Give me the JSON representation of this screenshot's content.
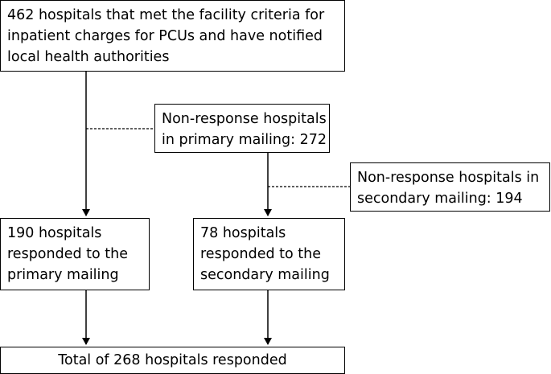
{
  "flowchart": {
    "start_box": {
      "lines": [
        "462 hospitals that met the facility criteria for",
        "inpatient charges for PCUs and have notified",
        "local health authorities"
      ]
    },
    "nonresponse_primary_box": {
      "lines": [
        "Non-response hospitals",
        "in primary mailing: 272"
      ]
    },
    "nonresponse_secondary_box": {
      "lines": [
        "Non-response hospitals in",
        "secondary mailing: 194"
      ]
    },
    "responded_primary_box": {
      "lines": [
        "190 hospitals",
        "responded to the",
        "primary mailing"
      ]
    },
    "responded_secondary_box": {
      "lines": [
        "78 hospitals",
        "responded to the",
        "secondary mailing"
      ]
    },
    "total_box": {
      "lines": [
        "Total of 268 hospitals responded"
      ]
    }
  }
}
